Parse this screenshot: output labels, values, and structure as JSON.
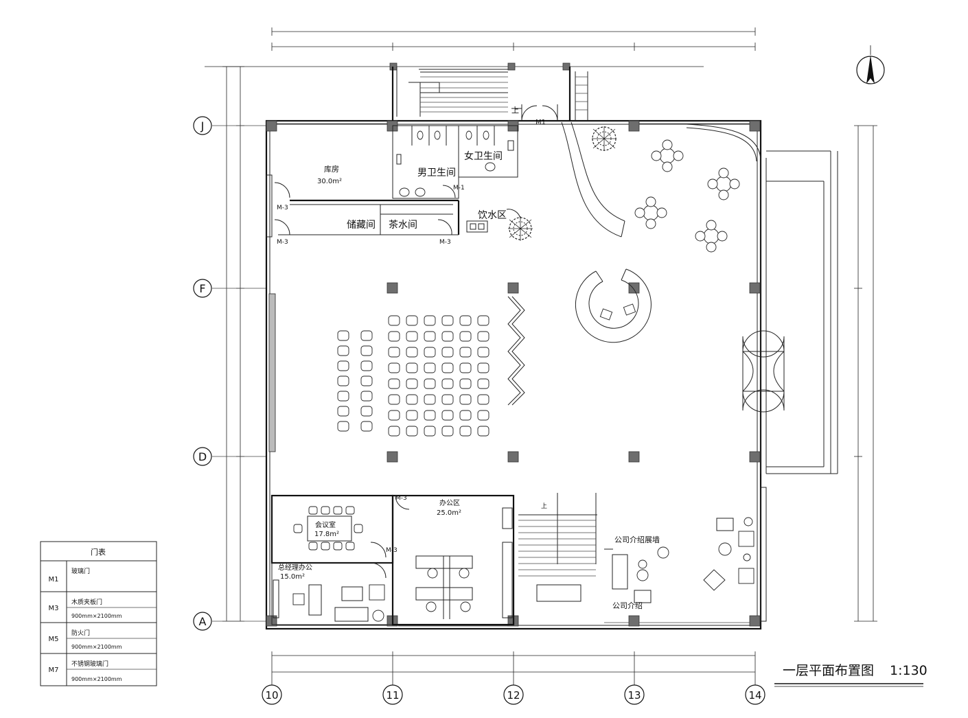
{
  "drawing": {
    "title": "一层平面布置图",
    "scale": "1:130"
  },
  "grid_axes": {
    "rows": [
      "J",
      "F",
      "D",
      "A"
    ],
    "columns": [
      "10",
      "11",
      "12",
      "13",
      "14"
    ]
  },
  "rooms": {
    "storage": {
      "name": "库房",
      "area": "30.0m²"
    },
    "male_wc": "男卫生间",
    "female_wc": "女卫生间",
    "closet": "储藏间",
    "tea_room": "茶水间",
    "water_area": "饮水区",
    "meeting_room": {
      "name": "会议室",
      "area": "17.8m²"
    },
    "office_area": {
      "name": "办公区",
      "area": "25.0m²"
    },
    "manager_office": {
      "name": "总经理办公",
      "area": "15.0m²"
    },
    "intro_wall": "公司介绍展墙",
    "culture_wall": "公司介绍"
  },
  "door_tags": {
    "m1": "M1",
    "m1b": "M-1",
    "m3a": "M-3",
    "m3b": "M-3",
    "m3c": "M-3",
    "m3d": "M-3",
    "m3e": "M-3",
    "up": "上"
  },
  "legend": {
    "header": "门表",
    "rows": [
      {
        "code": "M1",
        "desc": "玻璃门",
        "size": ""
      },
      {
        "code": "M3",
        "desc": "木质夹板门",
        "size": "900mm×2100mm"
      },
      {
        "code": "M5",
        "desc": "防火门",
        "size": "900mm×2100mm"
      },
      {
        "code": "M7",
        "desc": "不锈钢玻璃门",
        "size": "900mm×2100mm"
      }
    ]
  }
}
